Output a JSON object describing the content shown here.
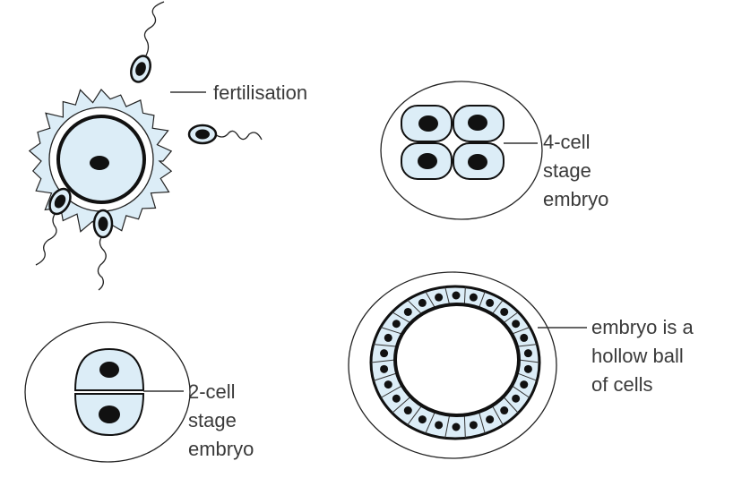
{
  "labels": {
    "fertilisation": "fertilisation",
    "four_cell": [
      "4-cell",
      "stage",
      "embryo"
    ],
    "two_cell": [
      "2-cell",
      "stage",
      "embryo"
    ],
    "hollow_ball": [
      "embryo is a",
      "hollow ball",
      "of cells"
    ]
  },
  "colors": {
    "cell_fill": "#dcedf7",
    "outline": "#1a1a1a",
    "text": "#3a3a3a"
  }
}
